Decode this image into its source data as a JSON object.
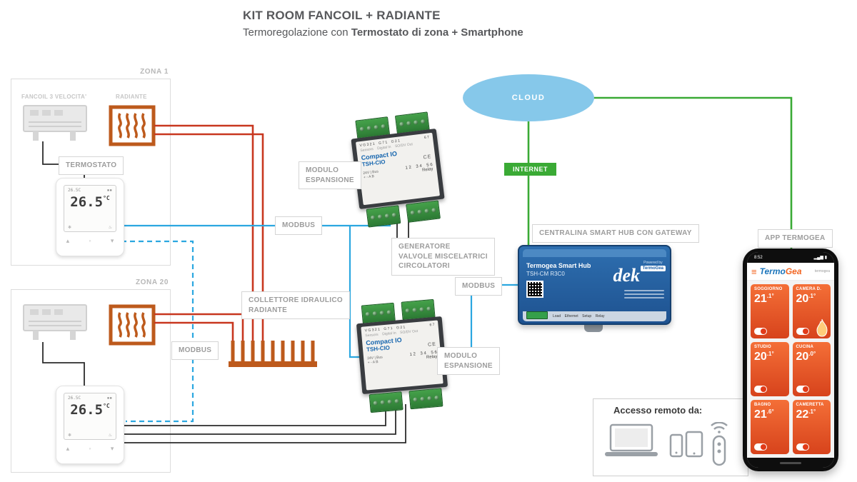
{
  "header": {
    "title": "KIT ROOM FANCOIL + RADIANTE",
    "subtitle_prefix": "Termoregolazione con ",
    "subtitle_bold": "Termostato di zona + Smartphone"
  },
  "zones": {
    "zona1": {
      "label": "ZONA 1",
      "fancoil": "FANCOIL 3 VELOCITA'",
      "radiante": "RADIANTE",
      "termostato": "TERMOSTATO",
      "small_temp": "26.5C",
      "temp": "26.5",
      "unit": "°C"
    },
    "zona20": {
      "label": "ZONA 20",
      "small_temp": "26.5C",
      "temp": "26.5",
      "unit": "°C"
    }
  },
  "tags": {
    "modbus": "MODBUS",
    "modulo_line1": "MODULO",
    "modulo_line2": "ESPANSIONE",
    "generatore_line1": "GENERATORE",
    "generatore_line2": "VALVOLE MISCELATRICI",
    "generatore_line3": "CIRCOLATORI",
    "collettore_line1": "COLLETTORE IDRAULICO",
    "collettore_line2": "RADIANTE",
    "centralina": "CENTRALINA SMART HUB CON GATEWAY",
    "app": "APP TERMOGEA",
    "cloud": "CLOUD",
    "internet": "INTERNET"
  },
  "module": {
    "terminals_row": "V G 3 2 1    G 7 1    G 2 1",
    "corner_pins": "6 7",
    "io_row": "Sensors    Digital In    SO/DV Out",
    "name": "Compact IO",
    "model": "TSH-CIO",
    "ce": "CE",
    "power": "24V | Bus",
    "bus_pins": "+ - A B",
    "numbers": "1 2    3 4    5 6",
    "relay": "Relay"
  },
  "hub": {
    "name": "Termogea Smart Hub",
    "model": "TSH-CM R3C0",
    "brand": "dek",
    "powered_by": "Powered by",
    "powered_brand": "TermoGea",
    "ports": "Load    Ethernet    Setup    Relay"
  },
  "phone": {
    "time": "8:52",
    "logo_1": "Termo",
    "logo_2": "Gea",
    "account": "termogea",
    "tiles": [
      {
        "name": "SOGGIORNO",
        "temp": "21",
        "dec": ".1°"
      },
      {
        "name": "CAMERA D.",
        "temp": "20",
        "dec": ".1°"
      },
      {
        "name": "STUDIO",
        "temp": "20",
        "dec": ".1°"
      },
      {
        "name": "CUCINA",
        "temp": "20",
        "dec": ".0°"
      },
      {
        "name": "BAGNO",
        "temp": "21",
        "dec": ".6°"
      },
      {
        "name": "CAMERETTA",
        "temp": "22",
        "dec": ".1°"
      }
    ]
  },
  "remote": {
    "title": "Accesso remoto da:"
  }
}
